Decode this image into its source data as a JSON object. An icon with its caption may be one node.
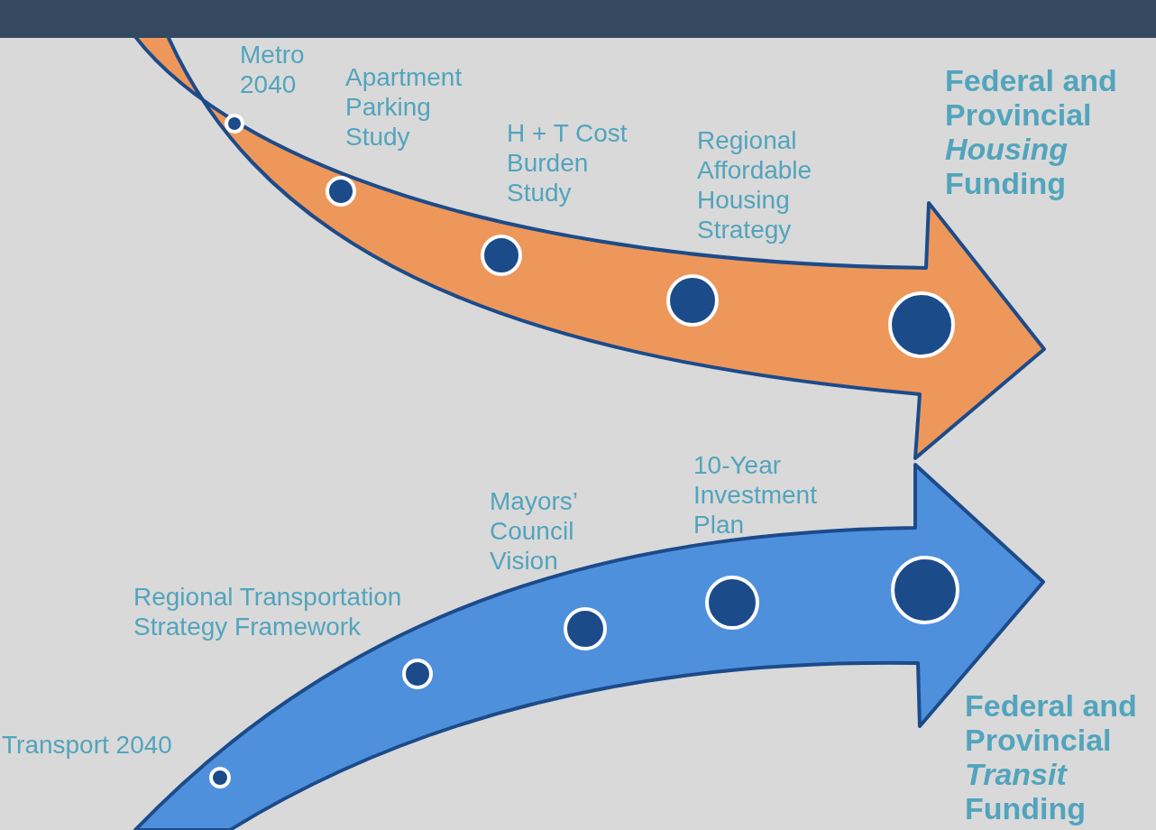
{
  "diagram": {
    "nodes": [
      {
        "text": [],
        "shape": "arrow"
      },
      {
        "text": [],
        "shape": "circle",
        "in": 0,
        "beside": [
          "Metro 2040"
        ]
      },
      {
        "text": [],
        "shape": "circle",
        "in": 0,
        "beside": [
          "Apartment Parking Study"
        ]
      },
      {
        "text": [],
        "shape": "circle",
        "in": 0,
        "beside": [
          "H + T Cost Burden Study"
        ]
      },
      {
        "text": [],
        "shape": "circle",
        "in": 0,
        "beside": [
          "Regional Affordable Housing Strategy"
        ]
      },
      {
        "text": [],
        "shape": "circle",
        "in": 0,
        "beside": [
          "Federal and Provincial *Housing* Funding"
        ]
      },
      {
        "text": [],
        "shape": "arrow"
      },
      {
        "text": [],
        "shape": "circle",
        "in": 6,
        "beside": [
          "Transport 2040"
        ]
      },
      {
        "text": [],
        "shape": "circle",
        "in": 6,
        "beside": [
          "Regional Transportation Strategy Framework"
        ]
      },
      {
        "text": [],
        "shape": "circle",
        "in": 6,
        "beside": [
          "Mayors’ Council Vision"
        ]
      },
      {
        "text": [],
        "shape": "circle",
        "in": 6,
        "beside": [
          "10-Year Investment Plan"
        ]
      },
      {
        "text": [],
        "shape": "circle",
        "in": 6,
        "beside": [
          "Federal and Provincial *Transit* Funding"
        ]
      }
    ]
  }
}
